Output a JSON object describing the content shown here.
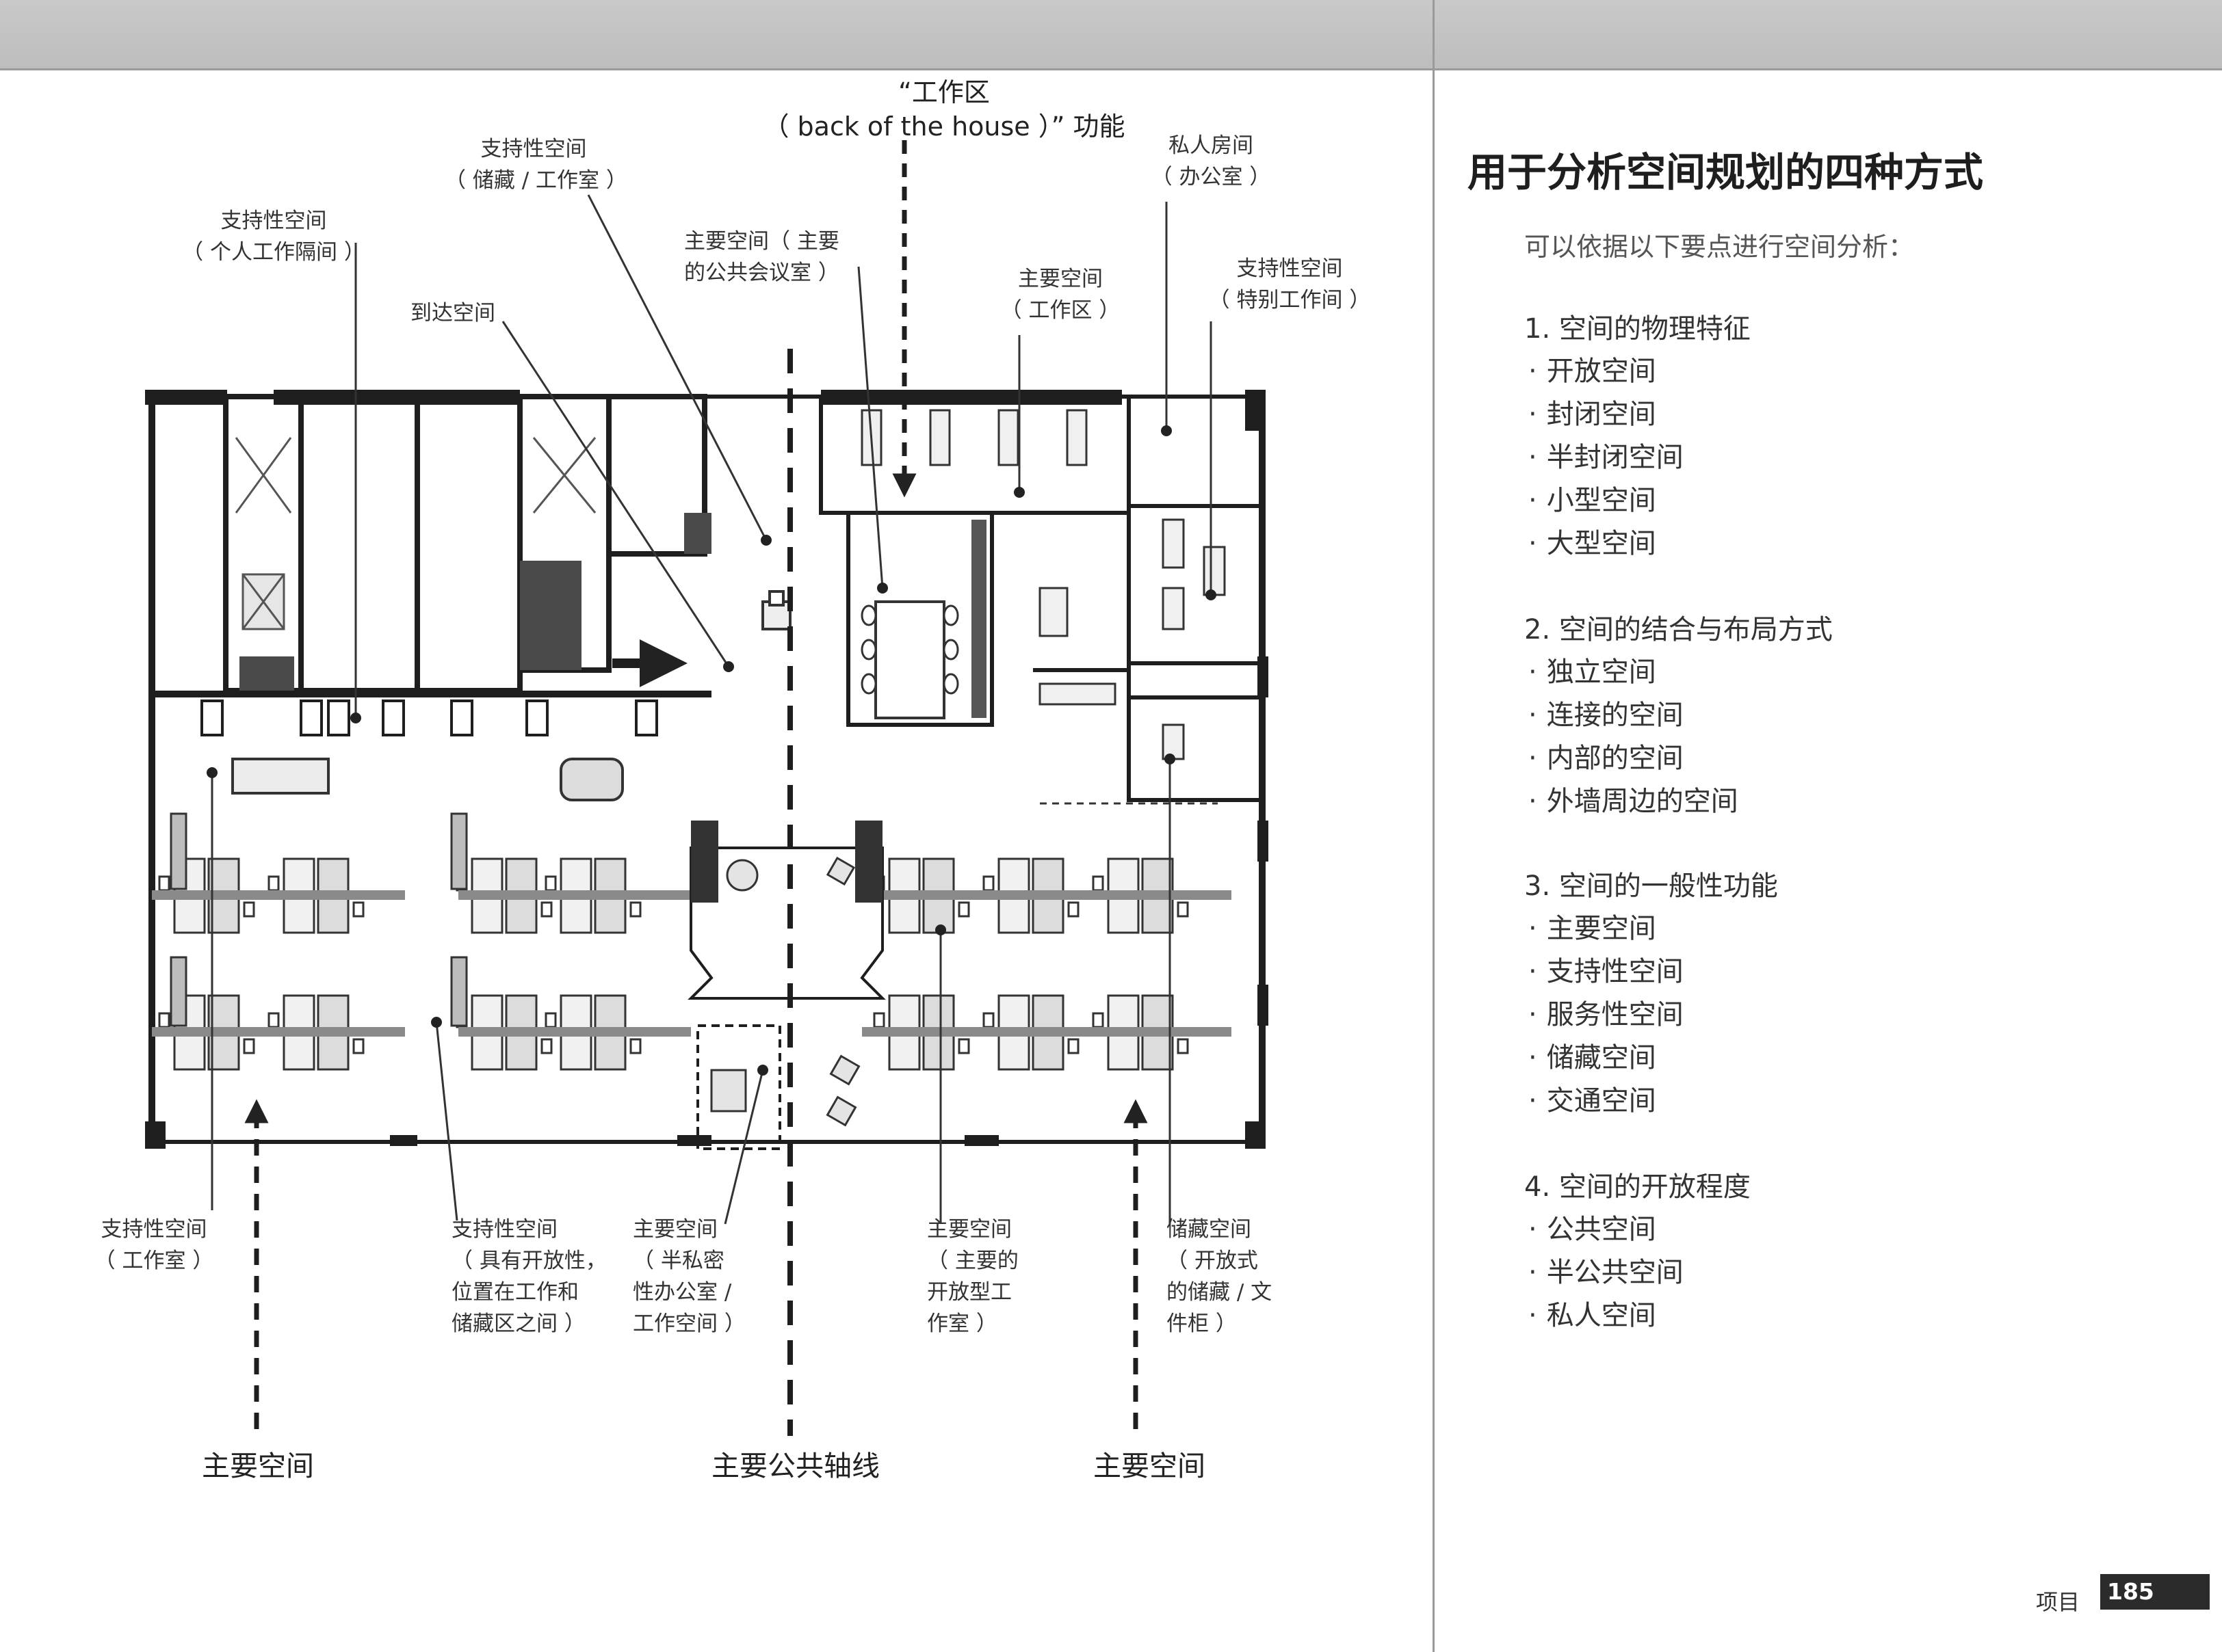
{
  "labels": {
    "back_house": "“工作区\n（ back of the house ）” 功能",
    "support_storage": "支持性空间\n（ 储藏 / 工作室 ）",
    "private_office": "私人房间\n（ 办公室 ）",
    "support_cubicle": "支持性空间\n（ 个人工作隔间 ）",
    "main_meeting": "主要空间（ 主要\n的公共会议室 ）",
    "main_work": "主要空间\n（ 工作区 ）",
    "support_special": "支持性空间\n（ 特别工作间 ）",
    "arrival": "到达空间",
    "support_studio": "支持性空间\n（ 工作室 ）",
    "support_open": "支持性空间\n（ 具有开放性，\n位置在工作和\n储藏区之间 ）",
    "main_semiprivate": "主要空间\n（ 半私密\n性办公室 /\n工作空间 ）",
    "main_openstudio": "主要空间\n（ 主要的\n开放型工\n作室 ）",
    "storage_open": "储藏空间\n（ 开放式\n的储藏 / 文\n件柜 ）",
    "bottom_left": "主要空间",
    "bottom_center": "主要公共轴线",
    "bottom_right": "主要空间"
  },
  "right": {
    "title": "用于分析空间规划的四种方式",
    "intro": "可以依据以下要点进行空间分析：",
    "sections": [
      {
        "heading": "1. 空间的物理特征",
        "items": [
          "开放空间",
          "封闭空间",
          "半封闭空间",
          "小型空间",
          "大型空间"
        ]
      },
      {
        "heading": "2. 空间的结合与布局方式",
        "items": [
          "独立空间",
          "连接的空间",
          "内部的空间",
          "外墙周边的空间"
        ]
      },
      {
        "heading": "3. 空间的一般性功能",
        "items": [
          "主要空间",
          "支持性空间",
          "服务性空间",
          "储藏空间",
          "交通空间"
        ]
      },
      {
        "heading": "4. 空间的开放程度",
        "items": [
          "公共空间",
          "半公共空间",
          "私人空间"
        ]
      }
    ]
  },
  "footer": {
    "label": "项目",
    "page": "185"
  }
}
